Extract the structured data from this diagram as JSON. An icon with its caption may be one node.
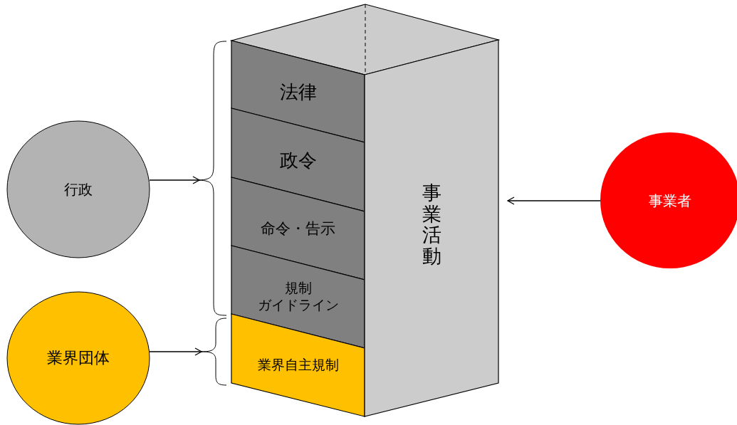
{
  "diagram": {
    "nodes": [
      {
        "text": [
          "行政"
        ]
      },
      {
        "text": [
          "業界団体"
        ]
      },
      {
        "text": [
          "法律"
        ]
      },
      {
        "text": [
          "政令"
        ]
      },
      {
        "text": [
          "命令・告示"
        ]
      },
      {
        "text": [
          "規制",
          "ガイドライン"
        ]
      },
      {
        "text": [
          "業界自主規制"
        ]
      },
      {
        "text": [
          "事業活動"
        ]
      },
      {
        "text": [
          "事業者"
        ]
      },
      {
        "text": [],
        "shape": "brace"
      },
      {
        "text": [],
        "shape": "brace"
      }
    ],
    "edges": [
      {
        "from": 0,
        "to": 9,
        "arrow": "to"
      },
      {
        "from": 1,
        "to": 10,
        "arrow": "to"
      },
      {
        "from": 8,
        "to": 7,
        "arrow": "to"
      }
    ]
  }
}
